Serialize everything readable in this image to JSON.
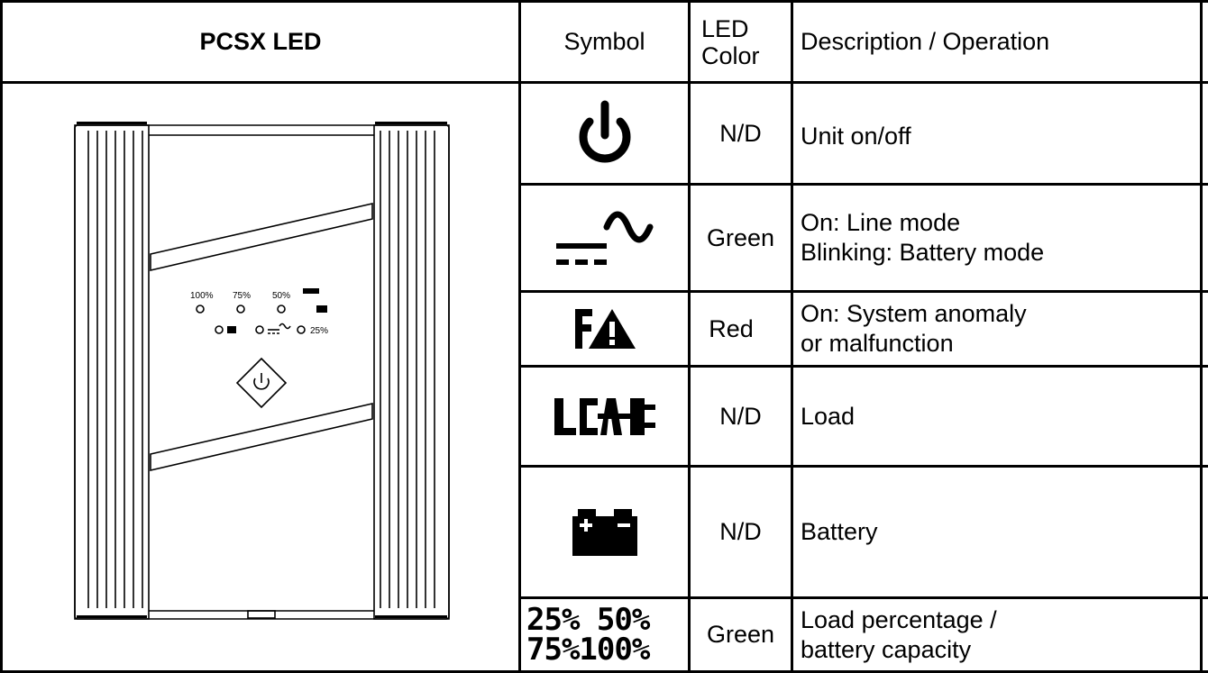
{
  "header": {
    "col1": "PCSX LED",
    "col2": "Symbol",
    "col3_line1": "LED",
    "col3_line2": "Color",
    "col4": "Description / Operation"
  },
  "panel_labels": {
    "p100": "100%",
    "p75": "75%",
    "p50": "50%",
    "p25": "25%"
  },
  "rows": [
    {
      "symbol": "power-icon",
      "color": "N/D",
      "desc": [
        "Unit on/off"
      ]
    },
    {
      "symbol": "line-mode-icon",
      "color": "Green",
      "desc": [
        "On: Line mode",
        "Blinking: Battery mode"
      ]
    },
    {
      "symbol": "fault-icon",
      "color": "Red",
      "desc": [
        "On: System anomaly",
        "or malfunction"
      ]
    },
    {
      "symbol": "load-icon",
      "color": "N/D",
      "desc": [
        "Load"
      ]
    },
    {
      "symbol": "battery-icon",
      "color": "N/D",
      "desc": [
        "Battery"
      ]
    },
    {
      "symbol": "percent-icon",
      "symbol_text": [
        "25% 50%",
        "75%100%"
      ],
      "color": "Green",
      "desc": [
        "Load percentage /",
        "battery capacity"
      ]
    }
  ]
}
